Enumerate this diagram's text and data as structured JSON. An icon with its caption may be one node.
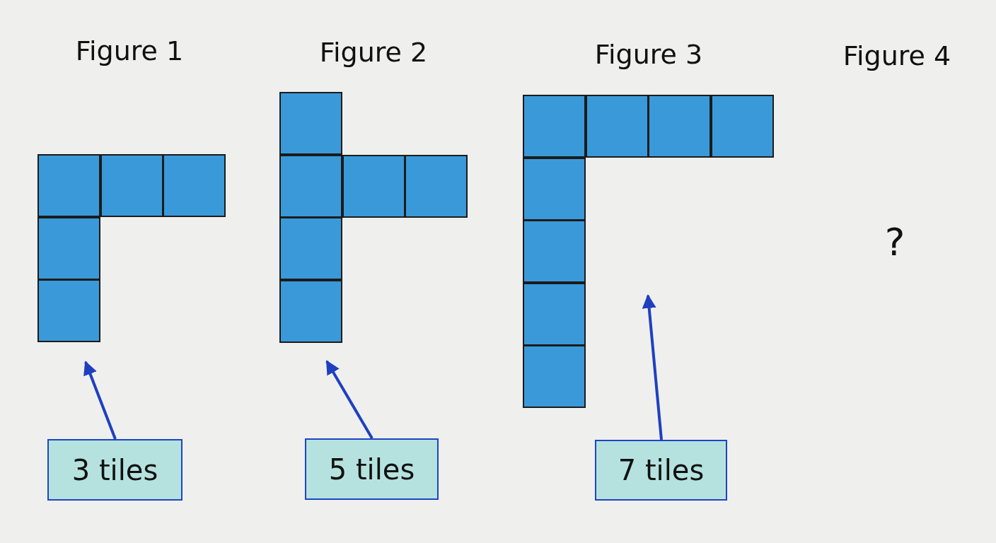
{
  "diagram": {
    "nodes": [
      {
        "text": [],
        "shape": "picture"
      },
      {
        "text": [],
        "shape": "picture"
      },
      {
        "text": [],
        "shape": "picture"
      },
      {
        "text": [
          "3 tiles"
        ]
      },
      {
        "text": [
          "5 tiles"
        ]
      },
      {
        "text": [
          "7 tiles"
        ]
      }
    ],
    "edges": [
      {
        "from": 3,
        "to": 0,
        "arrow": "to"
      },
      {
        "from": 4,
        "to": 1,
        "arrow": "to"
      },
      {
        "from": 5,
        "to": 2,
        "arrow": "to"
      }
    ],
    "labels": [
      "Figure 1",
      "Figure 2",
      "Figure 3",
      "Figure 4",
      "?"
    ]
  }
}
